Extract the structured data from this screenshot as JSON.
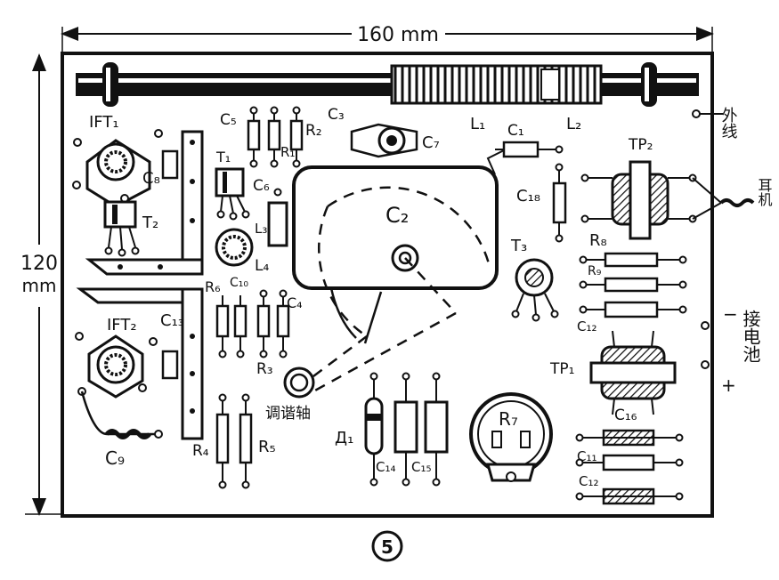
{
  "dimensions": {
    "width_label": "160 mm",
    "height_value": "120",
    "height_unit": "mm"
  },
  "figure_number": "5",
  "side_labels": {
    "external_antenna": "外线",
    "earphone": "耳机",
    "battery": "接电池",
    "minus": "−",
    "plus": "+"
  },
  "components": {
    "IFT1": "IFT₁",
    "IFT2": "IFT₂",
    "T1": "T₁",
    "T2": "T₂",
    "T3": "T₃",
    "C1": "C₁",
    "C2": "C₂",
    "C3": "C₃",
    "C4": "C₄",
    "C5": "C₅",
    "C6": "C₆",
    "C7": "C₇",
    "C8": "C₈",
    "C9": "C₉",
    "C10": "C₁₀",
    "C11": "C₁₁",
    "C12a": "C₁₂",
    "C12b": "C₁₂",
    "C13": "C₁₃",
    "C14": "C₁₄",
    "C15": "C₁₅",
    "C16": "C₁₆",
    "C18": "C₁₈",
    "R1": "R₁",
    "R2": "R₂",
    "R3": "R₃",
    "R4": "R₄",
    "R5": "R₅",
    "R6": "R₆",
    "R7": "R₇",
    "R8": "R₈",
    "R9": "R₉",
    "L1": "L₁",
    "L2": "L₂",
    "L3": "L₃",
    "L4": "L₄",
    "TP1": "TP₁",
    "TP2": "TP₂",
    "D1": "Д₁",
    "tuning_shaft": "调谐轴"
  }
}
